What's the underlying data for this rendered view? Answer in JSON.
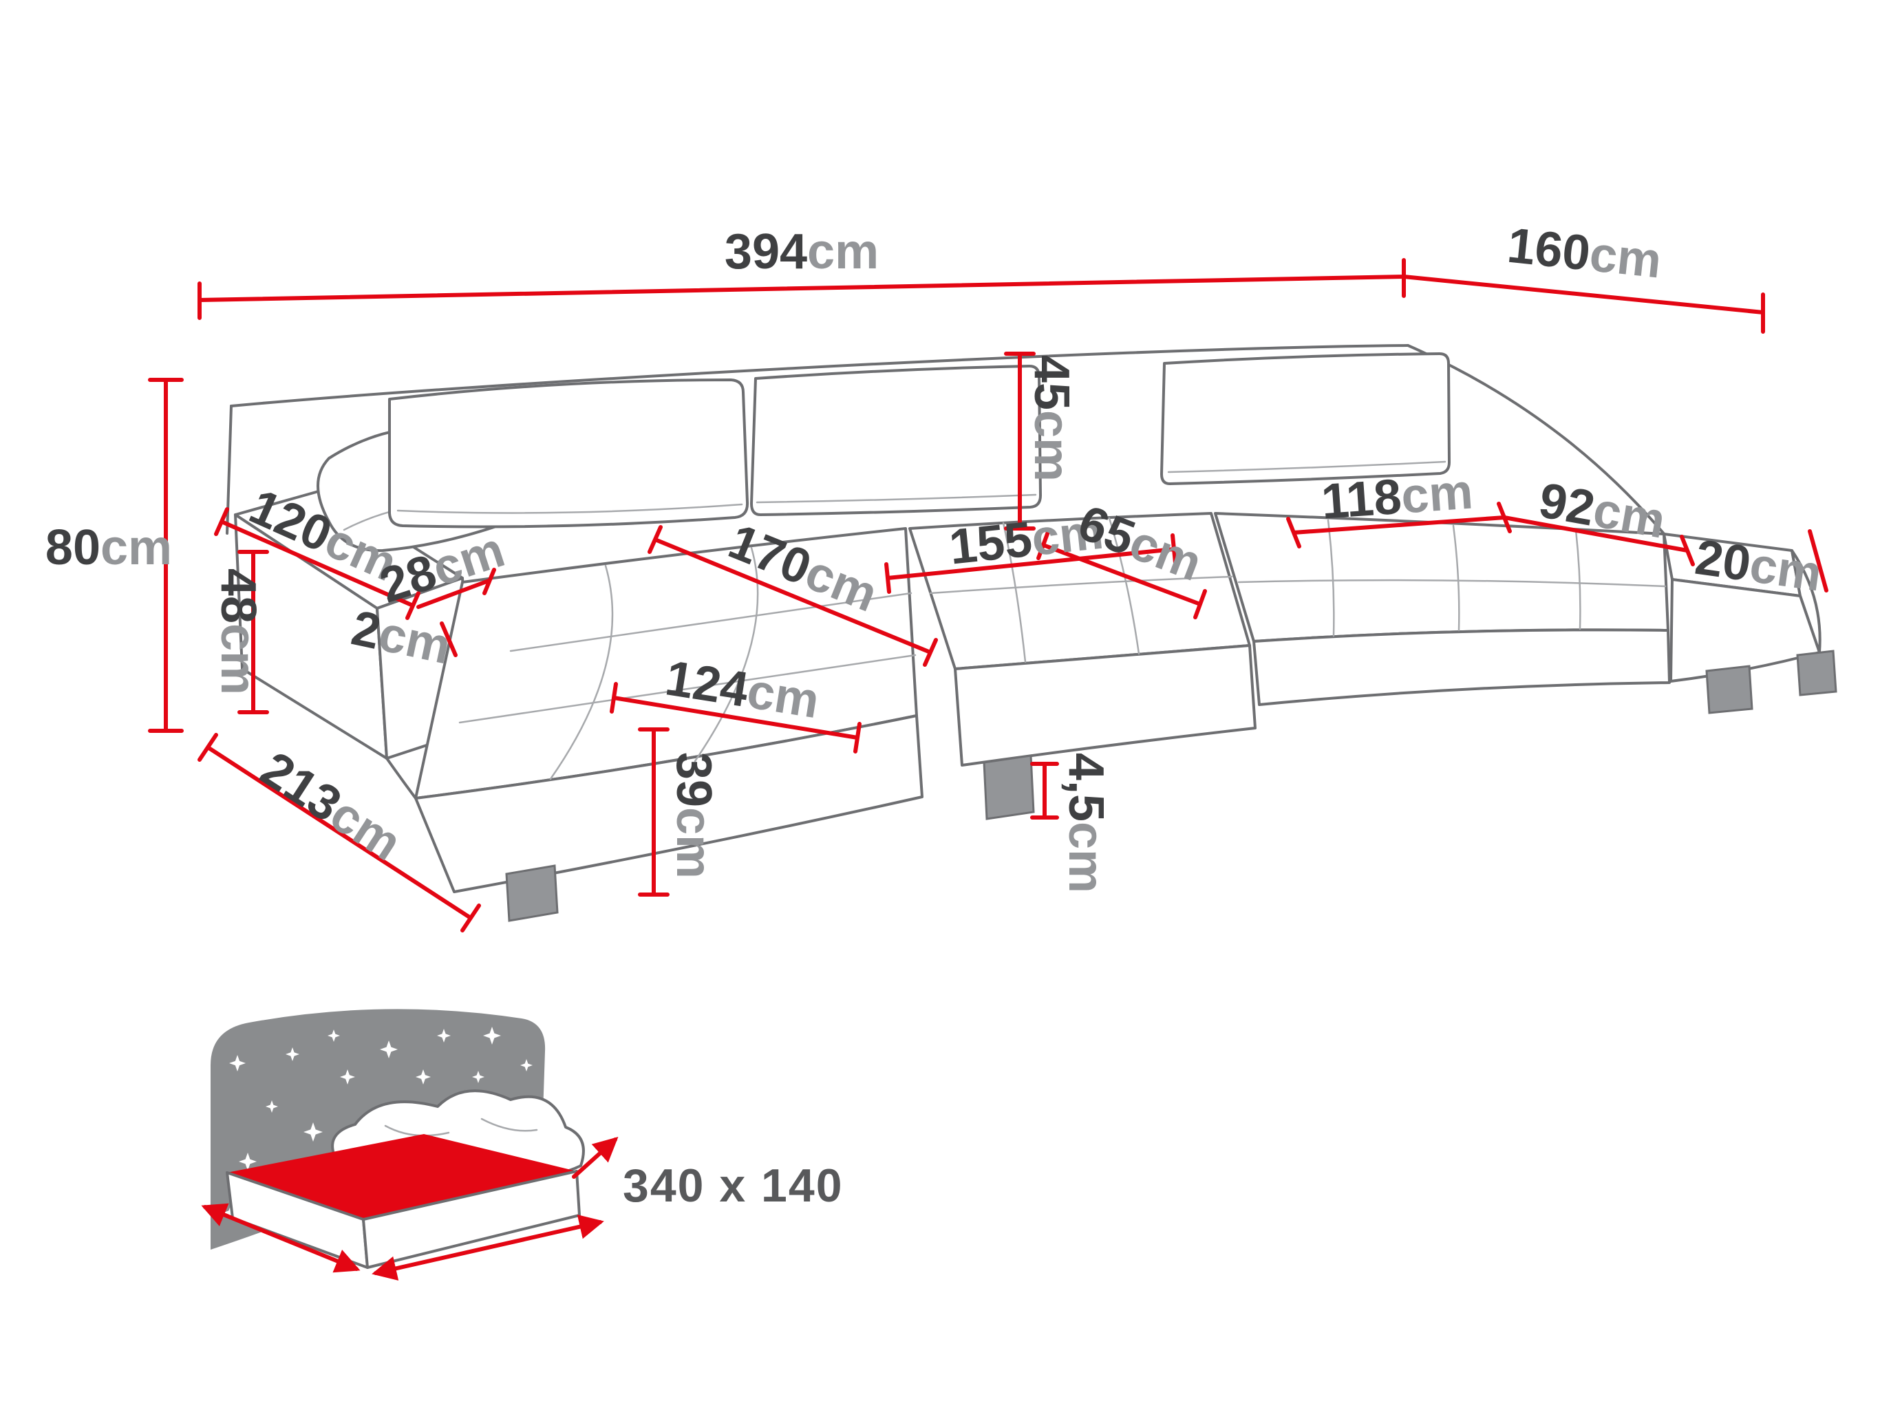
{
  "diagram": {
    "dims": {
      "total_width": {
        "value": "394",
        "unit": "cm"
      },
      "right_depth": {
        "value": "160",
        "unit": "cm"
      },
      "back_height": {
        "value": "80",
        "unit": "cm"
      },
      "left_depth": {
        "value": "213",
        "unit": "cm"
      },
      "armrest_length": {
        "value": "120",
        "unit": "cm"
      },
      "armrest_width": {
        "value": "28",
        "unit": "cm"
      },
      "armrest_height": {
        "value": "48",
        "unit": "cm"
      },
      "side_gap": {
        "value": "2",
        "unit": "cm"
      },
      "chaise_length": {
        "value": "170",
        "unit": "cm"
      },
      "chaise_width": {
        "value": "124",
        "unit": "cm"
      },
      "seat_height": {
        "value": "39",
        "unit": "cm"
      },
      "middle_seat_width": {
        "value": "155",
        "unit": "cm"
      },
      "backrest_height": {
        "value": "45",
        "unit": "cm"
      },
      "seat_depth": {
        "value": "65",
        "unit": "cm"
      },
      "right_seat_width": {
        "value": "118",
        "unit": "cm"
      },
      "right_chaise_length": {
        "value": "92",
        "unit": "cm"
      },
      "right_armrest_width": {
        "value": "20",
        "unit": "cm"
      },
      "leg_height": {
        "value": "4,5",
        "unit": "cm"
      }
    },
    "sleeping_area": {
      "label": "340 x 140"
    },
    "colors": {
      "dimension_red": "#e30613",
      "outline_gray": "#6d6e71",
      "value_text": "#3f4042",
      "unit_text": "#939598",
      "sky_gray": "#8a8c8e"
    }
  }
}
